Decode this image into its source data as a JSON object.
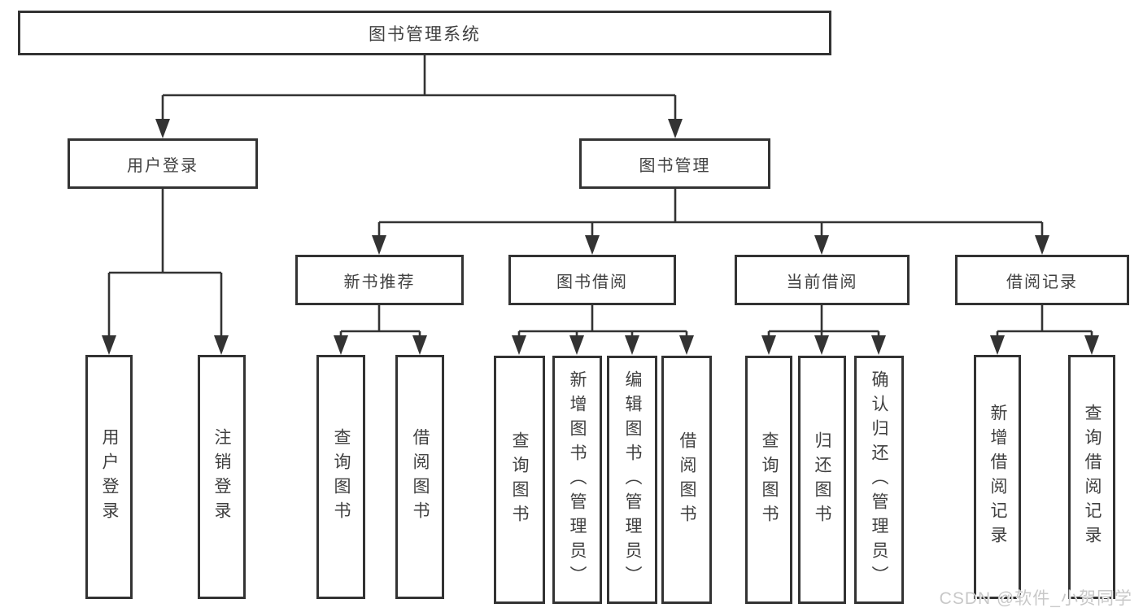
{
  "diagram": {
    "root": {
      "label": "图书管理系统"
    },
    "branches": [
      {
        "label": "用户登录",
        "children": [
          {
            "label": "用户登录"
          },
          {
            "label": "注销登录"
          }
        ]
      },
      {
        "label": "图书管理",
        "children": [
          {
            "label": "新书推荐",
            "children": [
              {
                "label": "查询图书"
              },
              {
                "label": "借阅图书"
              }
            ]
          },
          {
            "label": "图书借阅",
            "children": [
              {
                "label": "查询图书"
              },
              {
                "label": "新增图书（管理员）"
              },
              {
                "label": "编辑图书（管理员）"
              },
              {
                "label": "借阅图书"
              }
            ]
          },
          {
            "label": "当前借阅",
            "children": [
              {
                "label": "查询图书"
              },
              {
                "label": "归还图书"
              },
              {
                "label": "确认归还（管理员）"
              }
            ]
          },
          {
            "label": "借阅记录",
            "children": [
              {
                "label": "新增借阅记录"
              },
              {
                "label": "查询借阅记录"
              }
            ]
          }
        ]
      }
    ]
  },
  "watermark": {
    "text": "CSDN @软件_小贺同学"
  },
  "colors": {
    "line": "#333333",
    "border": "#333333",
    "fill": "#ffffff",
    "text": "#404040",
    "watermark": "#c8c8c8",
    "background": "#ffffff"
  }
}
